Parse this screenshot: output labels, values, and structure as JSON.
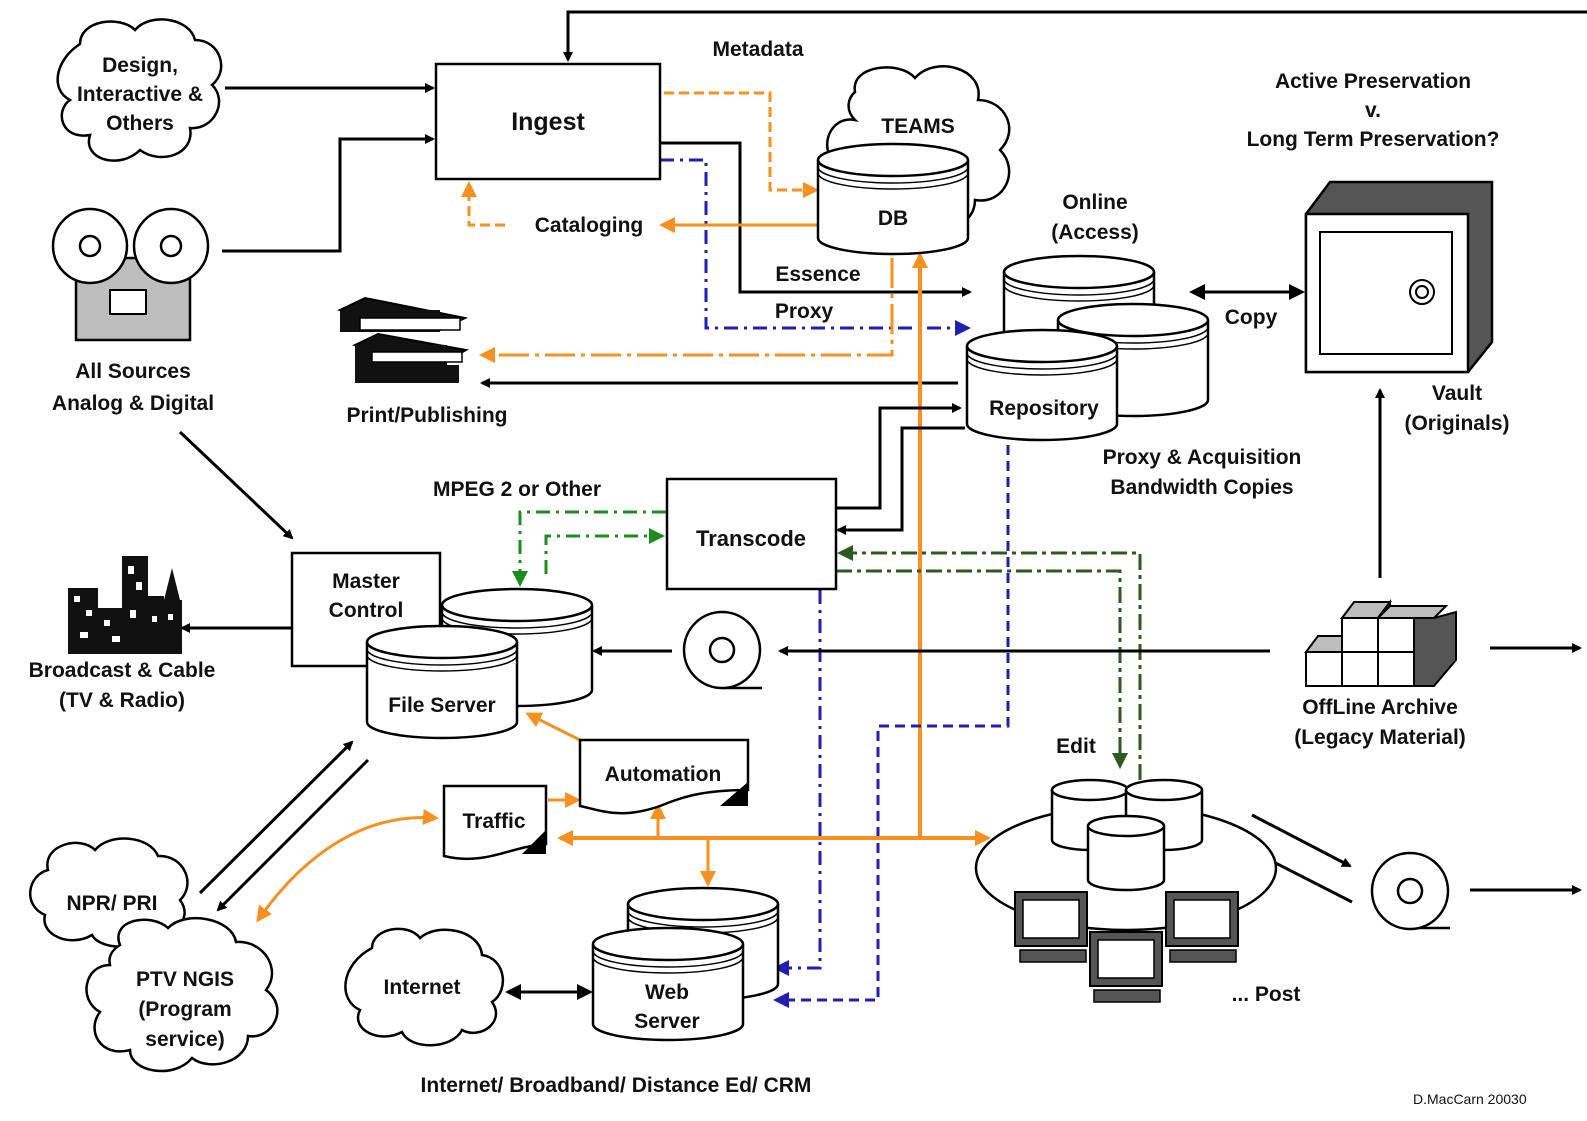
{
  "labels": {
    "metadata": "Metadata",
    "design_1": "Design,",
    "design_2": "Interactive &",
    "design_3": "Others",
    "ingest": "Ingest",
    "teams": "TEAMS",
    "db": "DB",
    "cataloging": "Cataloging",
    "active_1": "Active Preservation",
    "active_2": "v.",
    "active_3": "Long Term Preservation?",
    "online_1": "Online",
    "online_2": "(Access)",
    "essence": "Essence",
    "proxy": "Proxy",
    "copy": "Copy",
    "sources_1": "All Sources",
    "sources_2": "Analog & Digital",
    "print": "Print/Publishing",
    "repository": "Repository",
    "vault_1": "Vault",
    "vault_2": "(Originals)",
    "proxy_acq_1": "Proxy & Acquisition",
    "proxy_acq_2": "Bandwidth Copies",
    "mpeg": "MPEG 2 or Other",
    "transcode": "Transcode",
    "master_1": "Master",
    "master_2": "Control",
    "broadcast_1": "Broadcast & Cable",
    "broadcast_2": "(TV & Radio)",
    "file_server": "File Server",
    "offline_1": "OffLine Archive",
    "offline_2": "(Legacy Material)",
    "edit": "Edit",
    "automation": "Automation",
    "traffic": "Traffic",
    "npr": "NPR/ PRI",
    "ptv_1": "PTV NGIS",
    "ptv_2": "(Program",
    "ptv_3": "service)",
    "internet": "Internet",
    "web_1": "Web",
    "web_2": "Server",
    "post": "... Post",
    "footer": "Internet/ Broadband/ Distance Ed/ CRM",
    "credit": "D.MacCarn 20030"
  },
  "colors": {
    "black": "#000000",
    "orange": "#f7901e",
    "blue": "#1f1fb4",
    "green": "#1e8c1e",
    "dark_green": "#2f5a1e",
    "gray": "#bdbdbd",
    "dark_gray": "#555555"
  }
}
